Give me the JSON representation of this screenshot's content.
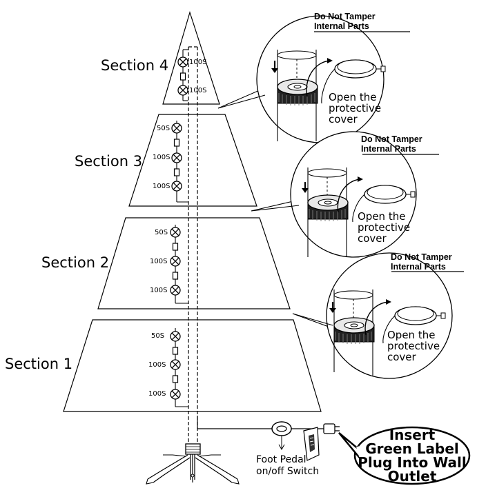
{
  "sections": [
    {
      "label": "Section 4",
      "bulbs": [
        "100S",
        "100S"
      ]
    },
    {
      "label": "Section 3",
      "bulbs": [
        "50S",
        "100S",
        "100S"
      ]
    },
    {
      "label": "Section 2",
      "bulbs": [
        "50S",
        "100S",
        "100S"
      ]
    },
    {
      "label": "Section 1",
      "bulbs": [
        "50S",
        "100S",
        "100S"
      ]
    }
  ],
  "warning": {
    "line1": "Do Not Tamper",
    "line2": "Internal Parts"
  },
  "callout": {
    "line1": "Open the",
    "line2": "protective",
    "line3": "cover"
  },
  "foot_pedal": {
    "line1": "Foot Pedal",
    "line2": "on/off Switch"
  },
  "insert_plug": {
    "line1": "Insert",
    "line2": "Green Label",
    "line3": "Plug Into Wall",
    "line4": "Outlet"
  }
}
